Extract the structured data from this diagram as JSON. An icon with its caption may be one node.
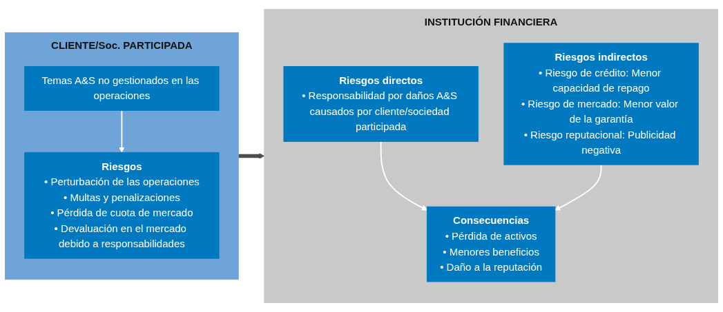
{
  "diagram": {
    "nodes": [
      {
        "text": [
          "CLIENTE/Soc. PARTICIPADA"
        ]
      },
      {
        "text": [
          "Temas A&S no gestionados en las operaciones"
        ],
        "in": 0
      },
      {
        "text": [
          "Riesgos",
          "• Perturbación de las operaciones",
          "• Multas y penalizaciones",
          "• Pérdida de cuota de mercado",
          "• Devaluación en el mercado debido a responsabilidades"
        ],
        "in": 0
      },
      {
        "text": [
          "INSTITUCIÓN FINANCIERA"
        ]
      },
      {
        "text": [
          "Riesgos directos",
          "• Responsabilidad por daños A&S causados por cliente/sociedad participada"
        ],
        "in": 3
      },
      {
        "text": [
          "Riesgos indirectos",
          "• Riesgo de crédito: Menor capacidad de repago",
          "• Riesgo de mercado: Menor valor de la garantía",
          "• Riesgo reputacional: Publicidad negativa"
        ],
        "in": 3
      },
      {
        "text": [
          "Consecuencias",
          "• Pérdida de activos",
          "• Menores beneficios",
          "• Daño a la reputación"
        ],
        "in": 3
      }
    ],
    "edges": [
      {
        "from": 1,
        "to": 2,
        "arrow": "to"
      },
      {
        "from": 0,
        "to": 3,
        "arrow": "to",
        "style": "thick",
        "color": "#4d4d4d"
      },
      {
        "from": 4,
        "to": 6,
        "arrow": "to"
      },
      {
        "from": 5,
        "to": 6,
        "arrow": "to"
      }
    ]
  }
}
